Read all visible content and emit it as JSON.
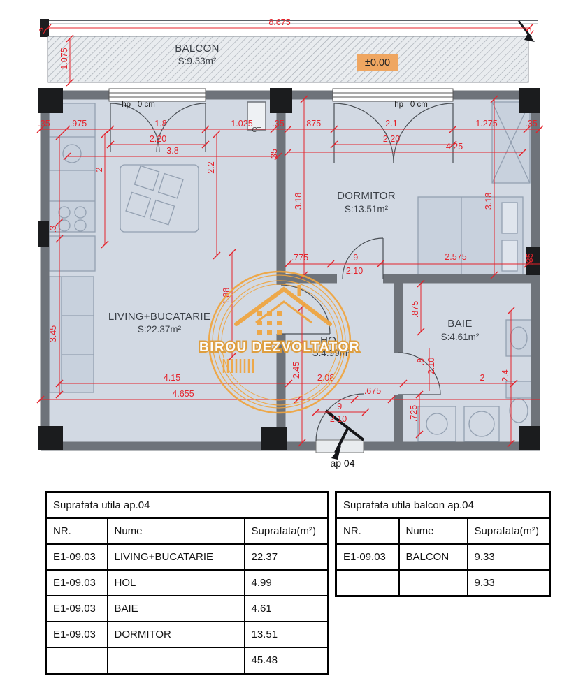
{
  "plan": {
    "watermark": "BIROU DEZVOLTATOR",
    "level_marker": "±0.00",
    "apartment_label": "ap 04",
    "ct_label": "CT",
    "window_note_left": "hp= 0 cm",
    "window_note_right": "hp= 0 cm",
    "rooms": {
      "balcon": {
        "name": "BALCON",
        "area": "S:9.33m²"
      },
      "living": {
        "name": "LIVING+BUCATARIE",
        "area": "S:22.37m²"
      },
      "dormitor": {
        "name": "DORMITOR",
        "area": "S:13.51m²"
      },
      "hol": {
        "name": "HOL",
        "area": "S:4.99m²"
      },
      "baie": {
        "name": "BAIE",
        "area": "S:4.61m²"
      }
    },
    "dims": {
      "total_width": "8.675",
      "corner_left": "2",
      "corner_right": "2",
      "balcony_depth": "1.075",
      "r1a": ".35",
      "r1b": ".975",
      "r1c": "1.8",
      "r1d": "1.025",
      "r1e": ".35",
      "r1f": ".875",
      "r1g": "2.1",
      "r1h": "1.275",
      "r1i": ".35",
      "win_living": "2.20",
      "win_dorm": "2.20",
      "living_top": "3.8",
      "dorm_top": "4.25",
      "v2": "2",
      "v22": "2.2",
      "v35": "35",
      "v318a": "3.18",
      "v318b": "3.18",
      "v03": ".3",
      "v345": "3.45",
      "m775": ".775",
      "m9": ".9",
      "m2575": "2.575",
      "m35": ".35",
      "m210": "2.10",
      "v188": "1.88",
      "v875": ".875",
      "v245": "2.45",
      "v08": ".8",
      "v210": "2.10",
      "v24": "2.4",
      "v725": ".725",
      "b415": "4.15",
      "b208": "2.08",
      "b2": "2",
      "b4655": "4.655",
      "b675": ".675",
      "b9": ".9",
      "b210": "2.10"
    },
    "colors": {
      "dimension_red": "#e4222b",
      "watermark_orange": "#f0a43e",
      "level_marker_bg": "#efa661"
    }
  },
  "tables": {
    "left": {
      "title": "Suprafata utila ap.04",
      "headers": [
        "NR.",
        "Nume",
        "Suprafata(m²)"
      ],
      "rows": [
        [
          "E1-09.03",
          "LIVING+BUCATARIE",
          "22.37"
        ],
        [
          "E1-09.03",
          "HOL",
          "4.99"
        ],
        [
          "E1-09.03",
          "BAIE",
          "4.61"
        ],
        [
          "E1-09.03",
          "DORMITOR",
          "13.51"
        ],
        [
          "",
          "",
          "45.48"
        ]
      ]
    },
    "right": {
      "title": "Suprafata utila balcon ap.04",
      "headers": [
        "NR.",
        "Nume",
        "Suprafata(m²)"
      ],
      "rows": [
        [
          "E1-09.03",
          "BALCON",
          "9.33"
        ],
        [
          "",
          "",
          "9.33"
        ]
      ]
    }
  }
}
